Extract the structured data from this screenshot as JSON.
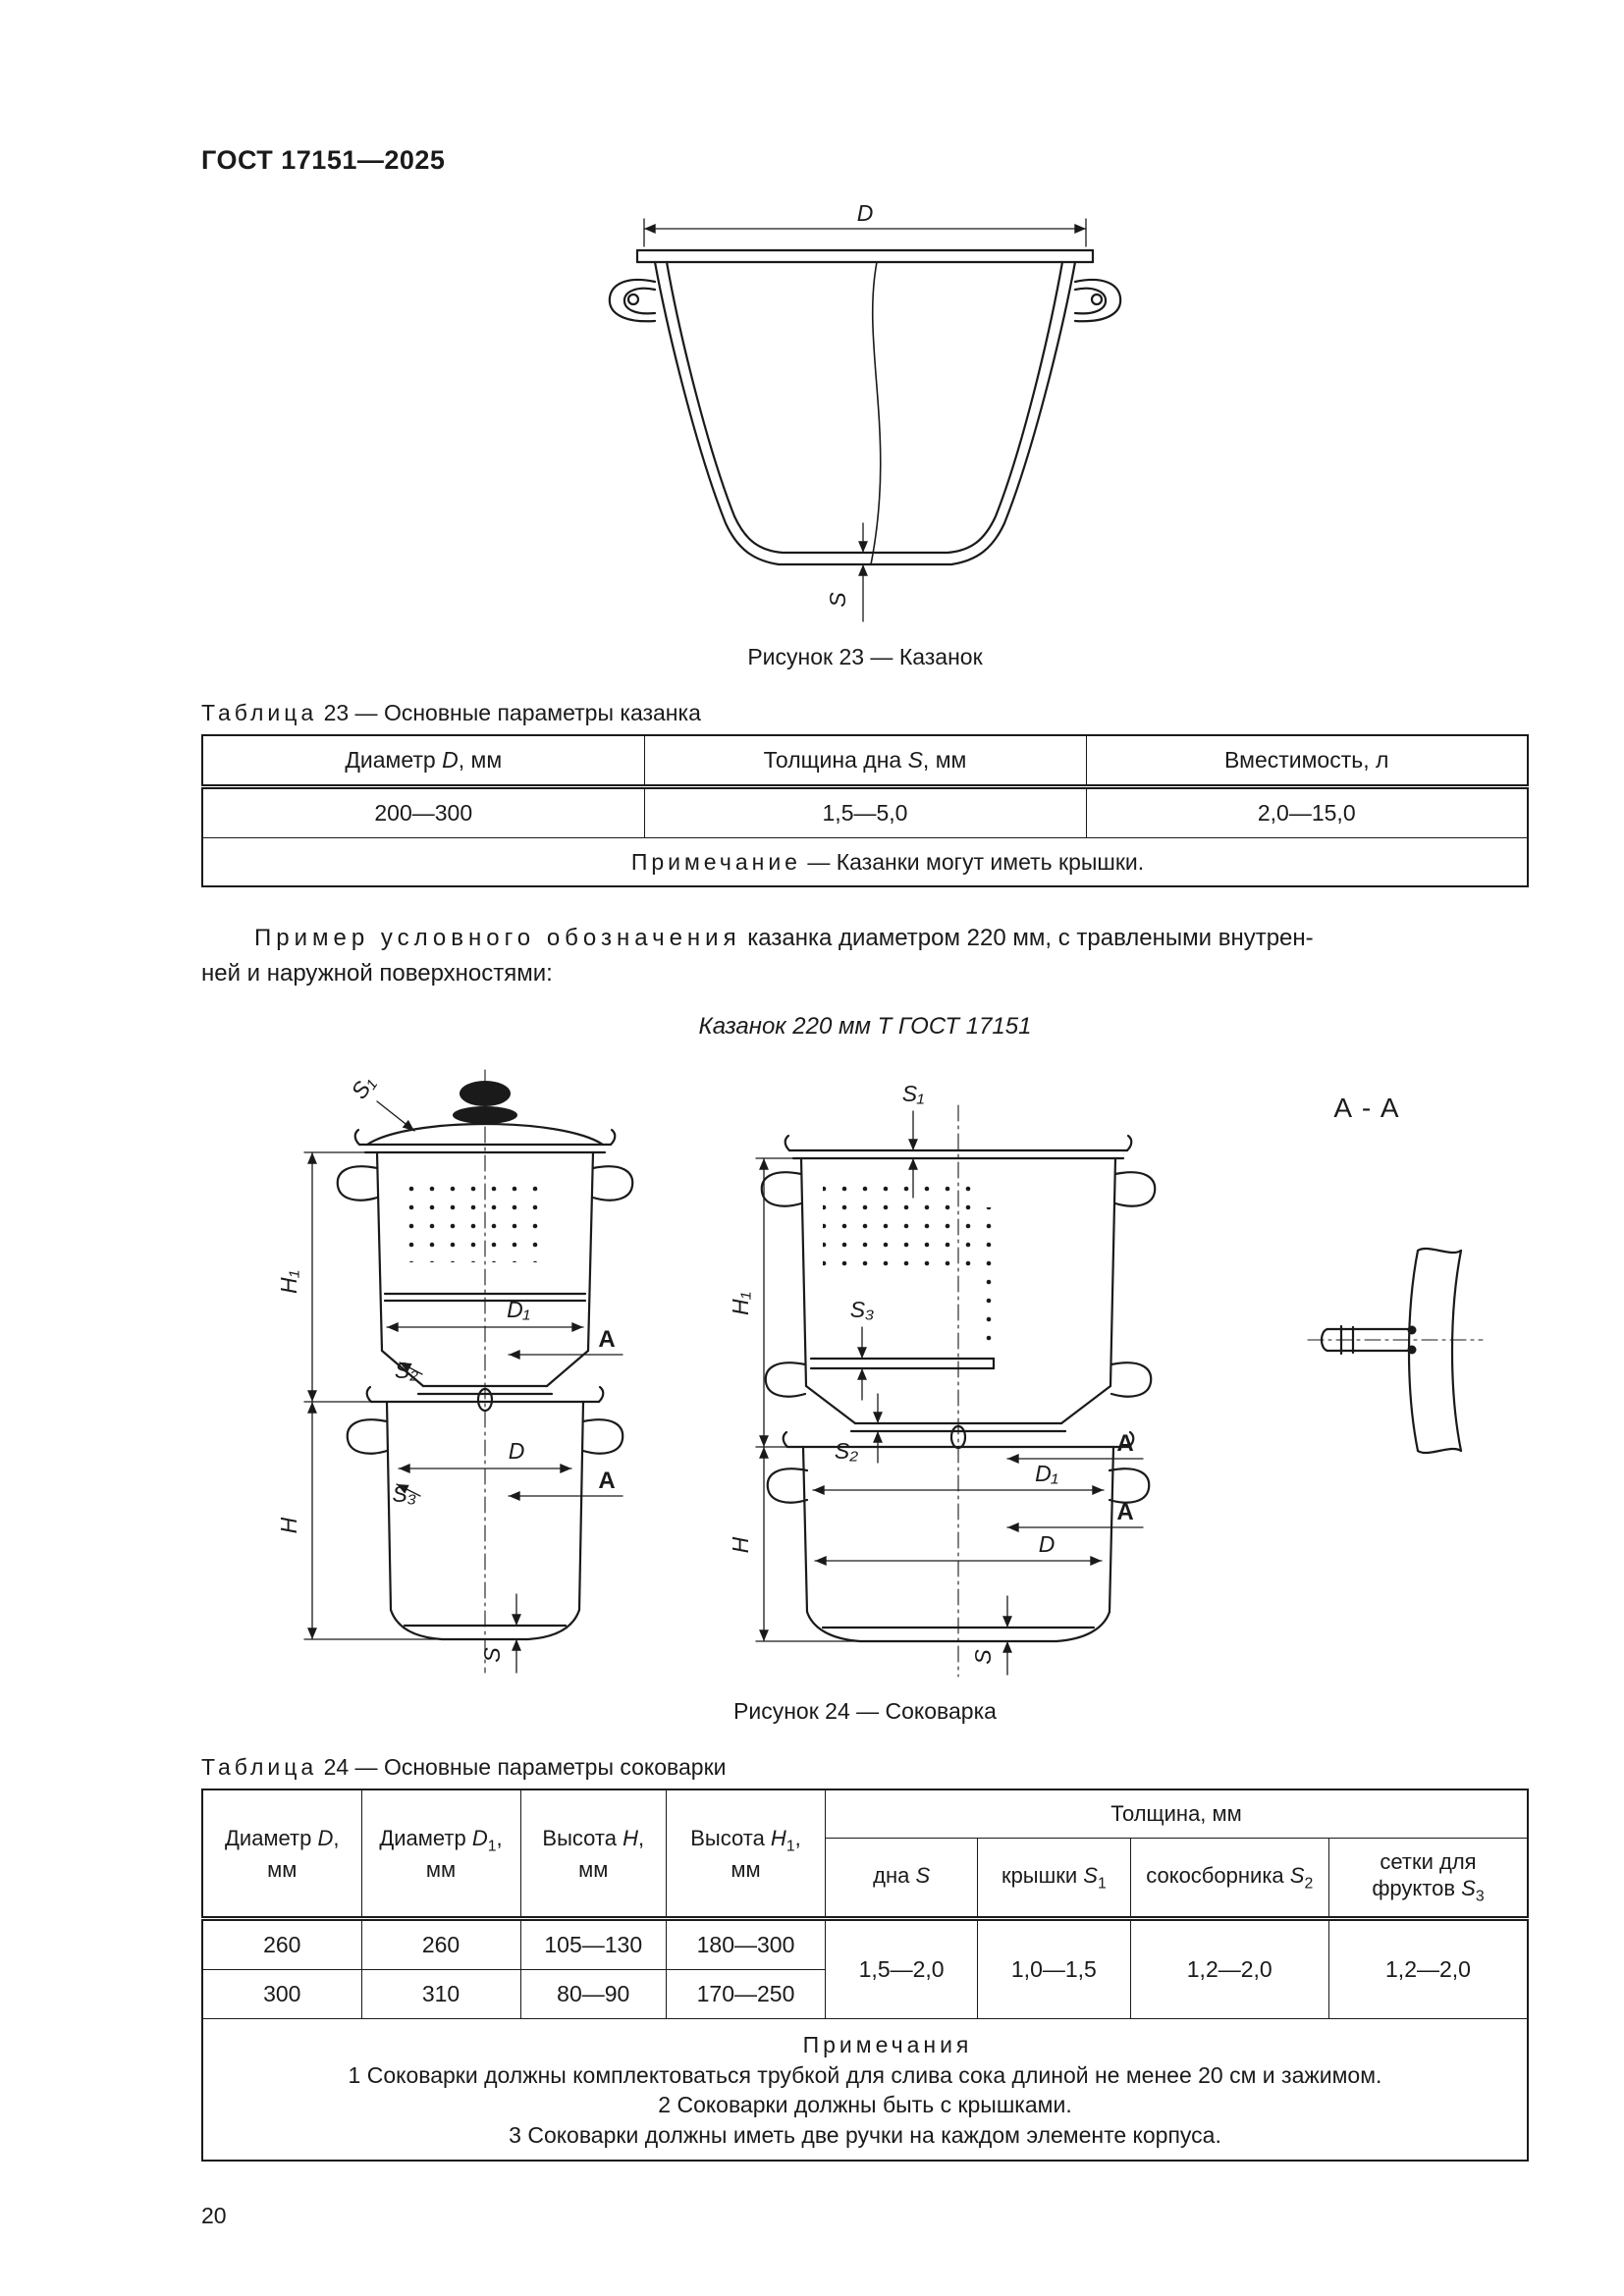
{
  "doc": {
    "header": "ГОСТ 17151—2025",
    "page_number": "20"
  },
  "fig23": {
    "caption": "Рисунок 23 — Казанок",
    "labels": {
      "D": "D",
      "S": "S"
    }
  },
  "table23": {
    "title_label": "Таблица",
    "title_rest": " 23 — Основные параметры казанка",
    "headers": {
      "d": {
        "pre": "Диаметр ",
        "var": "D",
        "post": ", мм"
      },
      "s": {
        "pre": "Толщина дна ",
        "var": "S",
        "post": ", мм"
      },
      "v": {
        "text": "Вместимость, л"
      }
    },
    "row": [
      "200—300",
      "1,5—5,0",
      "2,0—15,0"
    ],
    "note_label": "Примечание",
    "note_text": " — Казанки могут иметь крышки."
  },
  "example": {
    "lead": "Пример условного обозначения",
    "line1_rest": " казанка диаметром 220 мм, с травлеными внутрен-",
    "line2": "ней и наружной поверхностями:",
    "designation": "Казанок 220 мм Т ГОСТ 17151"
  },
  "fig24": {
    "caption": "Рисунок 24 — Соковарка",
    "section_title": "А - А",
    "labels": {
      "H1": "H₁",
      "H": "H",
      "D": "D",
      "D1": "D₁",
      "S": "S",
      "S1": "S₁",
      "S2": "S₂",
      "S3": "S₃",
      "A": "А"
    }
  },
  "table24": {
    "title_label": "Таблица",
    "title_rest": " 24 — Основные параметры соковарки",
    "col_headers": {
      "d": {
        "pre": "Диаметр ",
        "var": "D",
        "sub": "",
        "post": ", мм"
      },
      "d1": {
        "pre": "Диаметр ",
        "var": "D",
        "sub": "1",
        "post": ", мм"
      },
      "h": {
        "pre": "Высота ",
        "var": "H",
        "sub": "",
        "post": ", мм"
      },
      "h1": {
        "pre": "Высота ",
        "var": "H",
        "sub": "1",
        "post": ", мм"
      },
      "thickness": "Толщина, мм",
      "s": {
        "pre": "дна ",
        "var": "S",
        "sub": "",
        "post": ""
      },
      "s1": {
        "pre": "крышки ",
        "var": "S",
        "sub": "1",
        "post": ""
      },
      "s2": {
        "pre": "сокосборника ",
        "var": "S",
        "sub": "2",
        "post": ""
      },
      "s3": {
        "pre": "сетки для фруктов ",
        "var": "S",
        "sub": "3",
        "post": ""
      }
    },
    "rows": [
      [
        "260",
        "260",
        "105—130",
        "180—300"
      ],
      [
        "300",
        "310",
        "80—90",
        "170—250"
      ]
    ],
    "thickness_values": [
      "1,5—2,0",
      "1,0—1,5",
      "1,2—2,0",
      "1,2—2,0"
    ],
    "notes_label": "Примечания",
    "notes": [
      "1 Соковарки должны комплектоваться трубкой для слива сока длиной не менее 20 см и зажимом.",
      "2 Соковарки должны быть с крышками.",
      "3 Соковарки должны иметь две ручки на каждом элементе корпуса."
    ]
  }
}
